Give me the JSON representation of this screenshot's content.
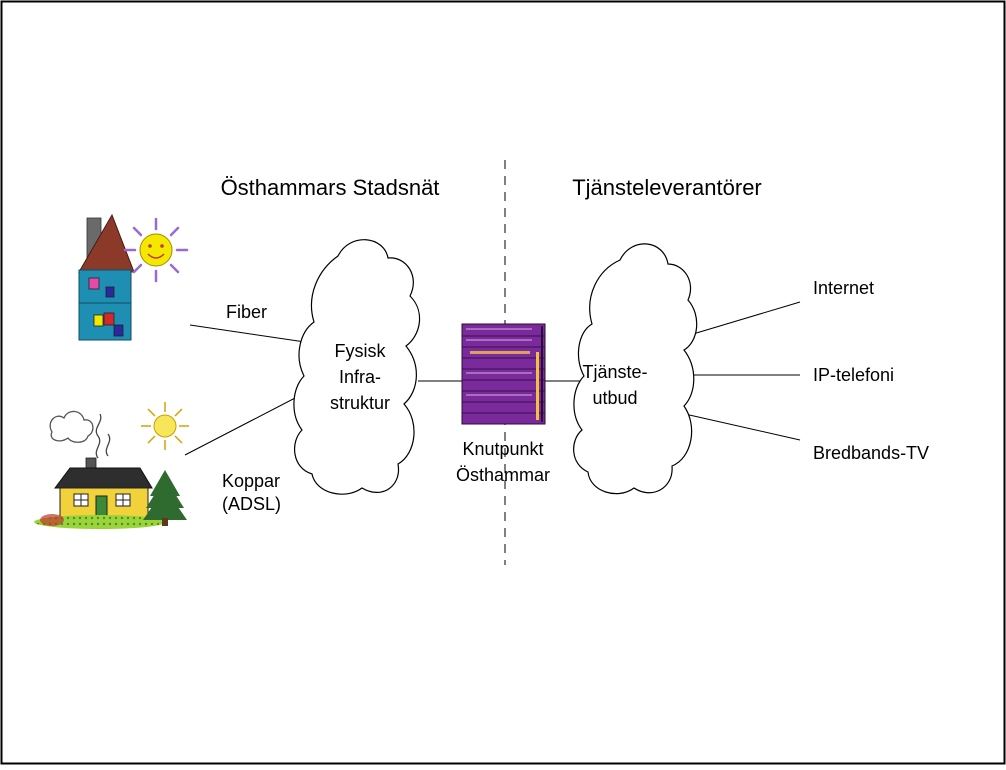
{
  "headings": {
    "left": "Östhammars Stadsnät",
    "right": "Tjänsteleverantörer"
  },
  "links": {
    "fiber": "Fiber",
    "copper_line1": "Koppar",
    "copper_line2": "(ADSL)"
  },
  "cloud_infrastructure": {
    "line1": "Fysisk",
    "line2": "Infra-",
    "line3": "struktur"
  },
  "node": {
    "line1": "Knutpunkt",
    "line2": "Östhammar"
  },
  "cloud_services": {
    "line1": "Tjänste-",
    "line2": "utbud"
  },
  "services": [
    "Internet",
    "IP-telefoni",
    "Bredbands-TV"
  ],
  "colors": {
    "house_wall": "#1e8fb3",
    "house_roof": "#8b3a2a",
    "chimney": "#6a6a6a",
    "sun": "#f5e800",
    "cottage_wall": "#f2d23a",
    "node": "#7a2a9a",
    "tree": "#2f6b2f"
  },
  "icons": [
    "house-icon",
    "sun-icon",
    "cottage-icon",
    "cloud-icon",
    "tree-icon",
    "router-icon"
  ]
}
